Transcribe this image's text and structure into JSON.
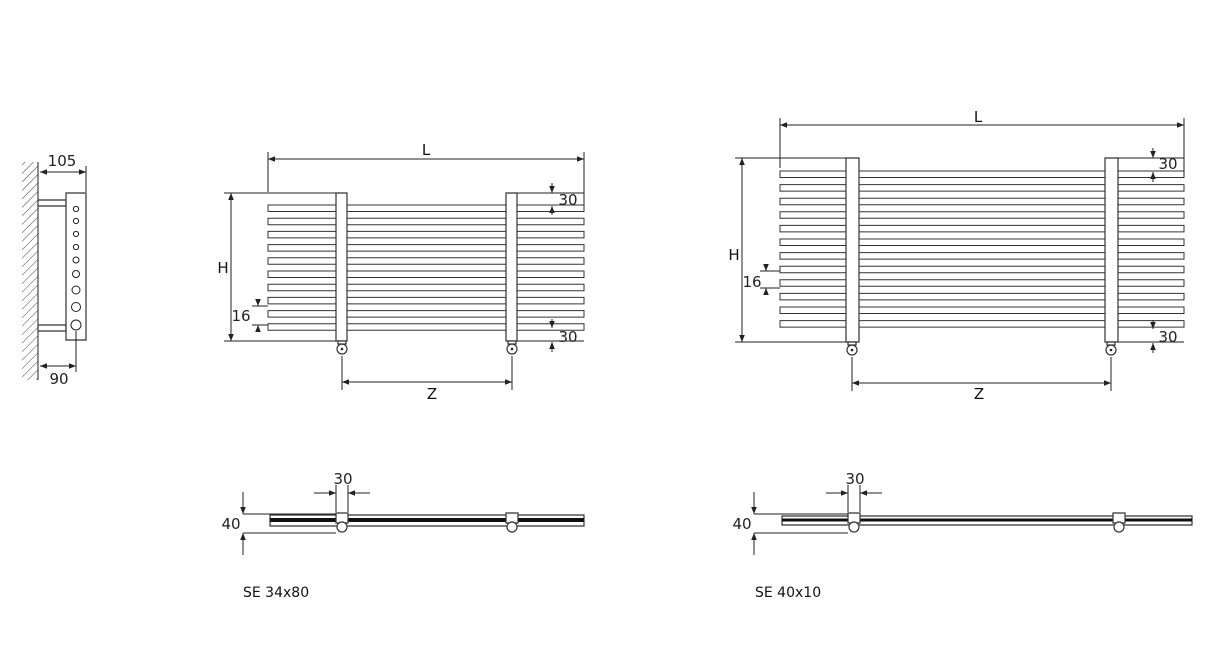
{
  "side_view": {
    "depth_label": "105",
    "wall_gap_label": "90"
  },
  "model_a": {
    "caption": "SE 34x80",
    "length_label": "L",
    "height_label": "H",
    "axis_label": "Z",
    "top_gap_label": "30",
    "bottom_gap_label": "30",
    "tube_label": "16",
    "plan_width_label": "30",
    "plan_depth_label": "40"
  },
  "model_b": {
    "caption": "SE 40x10",
    "length_label": "L",
    "height_label": "H",
    "axis_label": "Z",
    "top_gap_label": "30",
    "bottom_gap_label": "30",
    "tube_label": "16",
    "plan_width_label": "30",
    "plan_depth_label": "40"
  },
  "colors": {
    "line": "#222222",
    "background": "#ffffff"
  }
}
